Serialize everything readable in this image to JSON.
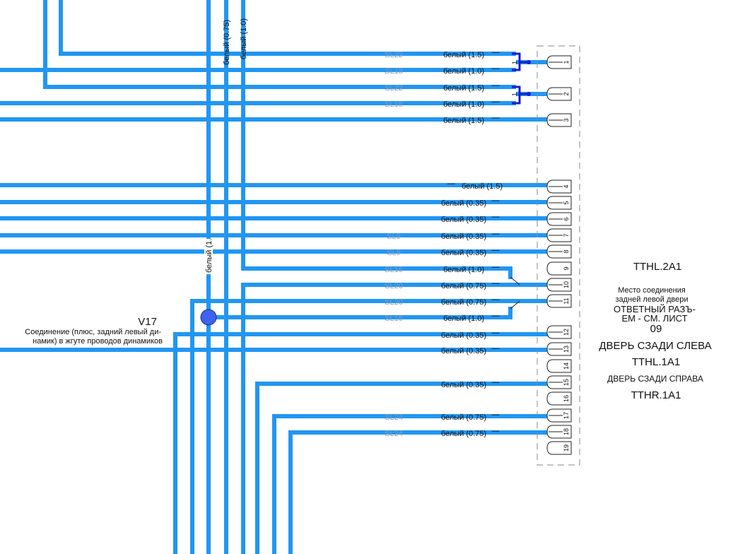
{
  "colors": {
    "wire": "#2196f3",
    "bracket": "#1a1acc",
    "splice": "#3d63f0",
    "sl_label": "#8a9bb5"
  },
  "vertical_labels": [
    "белый (0.75)",
    "белый (1.0)",
    "белый (1."
  ],
  "wires": [
    {
      "sl": "SL22",
      "label": "белый (1.5)",
      "pin": 1
    },
    {
      "sl": "SL18",
      "label": "белый (1.0)",
      "pin": 1
    },
    {
      "sl": "SL22",
      "label": "белый (1.5)",
      "pin": 2
    },
    {
      "sl": "SL18",
      "label": "белый (1.0)",
      "pin": 2
    },
    {
      "sl": "",
      "label": "белый (1.5)",
      "pin": 3
    },
    {
      "sl": "",
      "label": "белый (1.5)",
      "pin": 4
    },
    {
      "sl": "",
      "label": "белый (0.35)",
      "pin": 5
    },
    {
      "sl": "",
      "label": "белый (0.35)",
      "pin": 6
    },
    {
      "sl": "SL9",
      "label": "белый (0.35)",
      "pin": 7
    },
    {
      "sl": "SL9",
      "label": "белый (0.35)",
      "pin": 8
    },
    {
      "sl": "SL16",
      "label": "белый (1.0)",
      "pin": 10
    },
    {
      "sl": "SL20",
      "label": "белый (0.75)",
      "pin": 10
    },
    {
      "sl": "SL20",
      "label": "белый (0.75)",
      "pin": 11
    },
    {
      "sl": "SL16",
      "label": "белый (1.0)",
      "pin": 11
    },
    {
      "sl": "",
      "label": "белый (0.35)",
      "pin": 12
    },
    {
      "sl": "",
      "label": "белый (0.35)",
      "pin": 13
    },
    {
      "sl": "",
      "label": "белый (0.35)",
      "pin": 15
    },
    {
      "sl": "SL24",
      "label": "белый (0.75)",
      "pin": 17
    },
    {
      "sl": "SL24",
      "label": "белый (0.75)",
      "pin": 18
    }
  ],
  "bracket_label": "1",
  "connector": {
    "pins": [
      "1",
      "2",
      "3",
      "4",
      "5",
      "6",
      "7",
      "8",
      "9",
      "10",
      "11",
      "12",
      "13",
      "14",
      "15",
      "16",
      "17",
      "18",
      "19"
    ]
  },
  "splice": {
    "id": "V17",
    "description_line1": "Соединение (плюс, задний левый ди-",
    "description_line2": "намик) в жгуте проводов динамиков"
  },
  "right_labels": {
    "connector_id": "TTHL.2A1",
    "location_line1": "Место соединения",
    "location_line2": "задней левой двери",
    "mate_line1": "ОТВЕТНЫЙ РАЗЪ-",
    "mate_line2": "ЕМ - СМ. ЛИСТ",
    "mate_line3": "09",
    "door_left": "ДВЕРЬ СЗАДИ СЛЕВА",
    "door_left_id": "TTHL.1A1",
    "door_right": "ДВЕРЬ СЗАДИ СПРАВА",
    "door_right_id": "TTHR.1A1"
  }
}
